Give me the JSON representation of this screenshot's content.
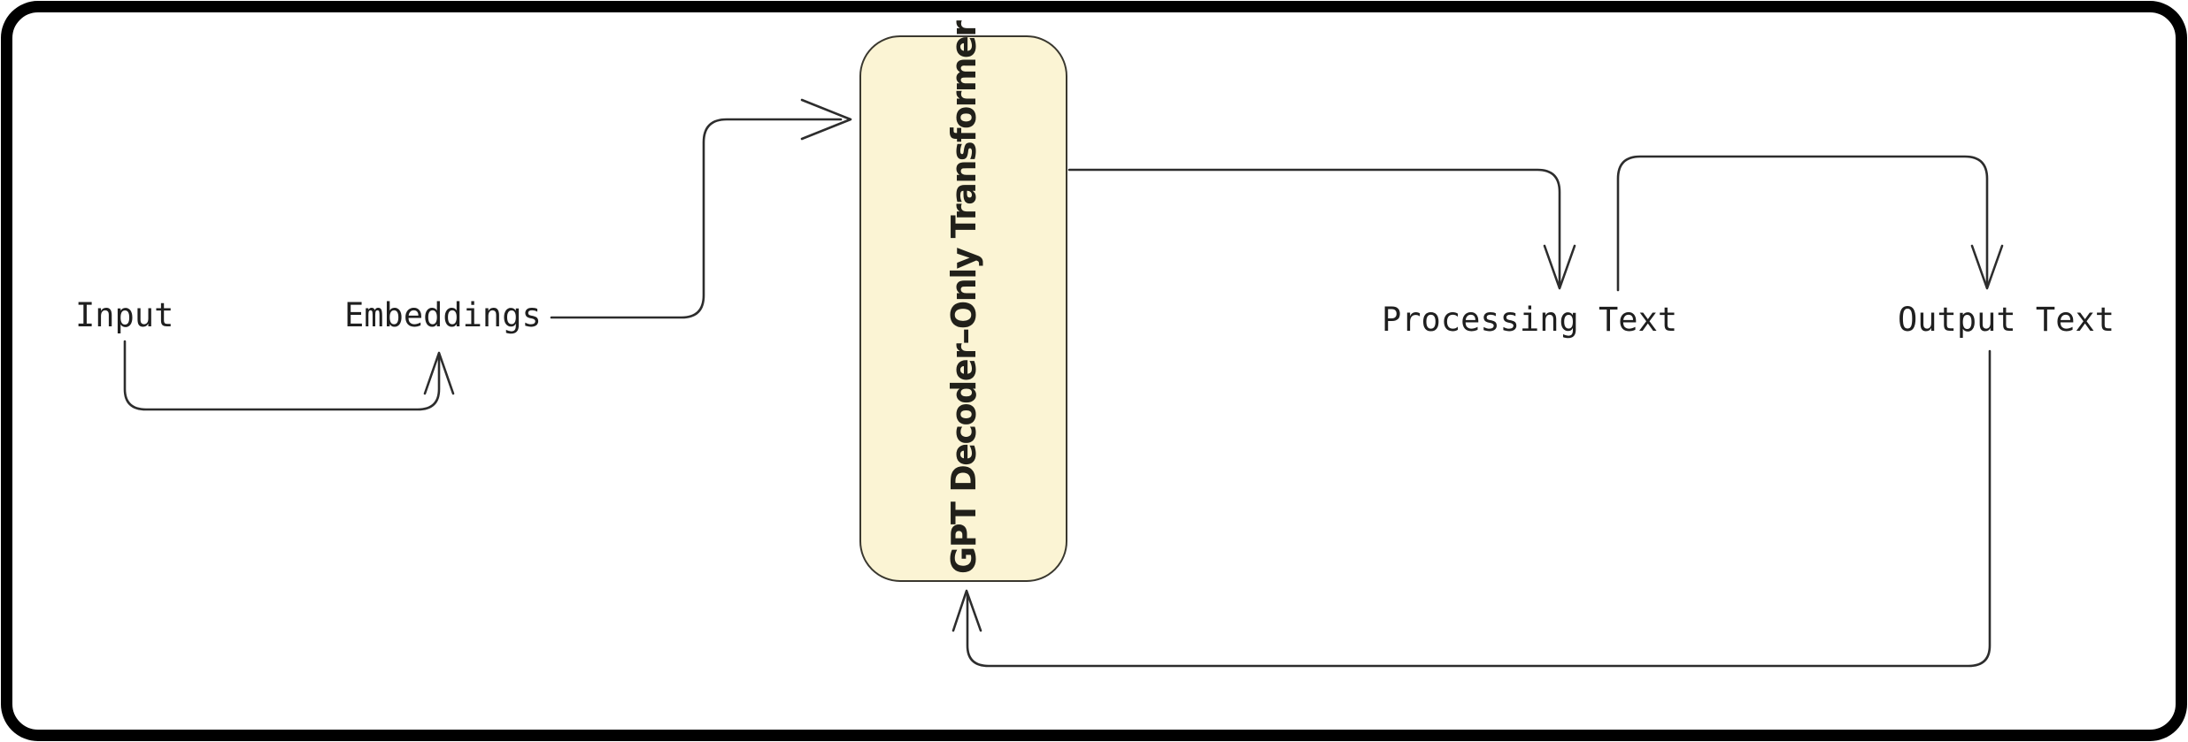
{
  "frame": {
    "border_color": "#000000",
    "background": "#ffffff"
  },
  "nodes": {
    "input": {
      "label": "Input"
    },
    "embeddings": {
      "label": "Embeddings"
    },
    "transformer": {
      "label": "GPT Decoder–Only Transformer",
      "fill": "#fbf4d4",
      "border": "#3a382f",
      "text_color": "#21201a"
    },
    "processing": {
      "label": "Processing Text"
    },
    "output": {
      "label": "Output Text"
    }
  },
  "edges": [
    {
      "from": "input",
      "to": "embeddings"
    },
    {
      "from": "embeddings",
      "to": "transformer"
    },
    {
      "from": "transformer",
      "to": "processing"
    },
    {
      "from": "processing",
      "to": "output"
    },
    {
      "from": "output",
      "to": "transformer"
    }
  ],
  "colors": {
    "line": "#2d2d2d",
    "label_text": "#1f1f1f"
  }
}
